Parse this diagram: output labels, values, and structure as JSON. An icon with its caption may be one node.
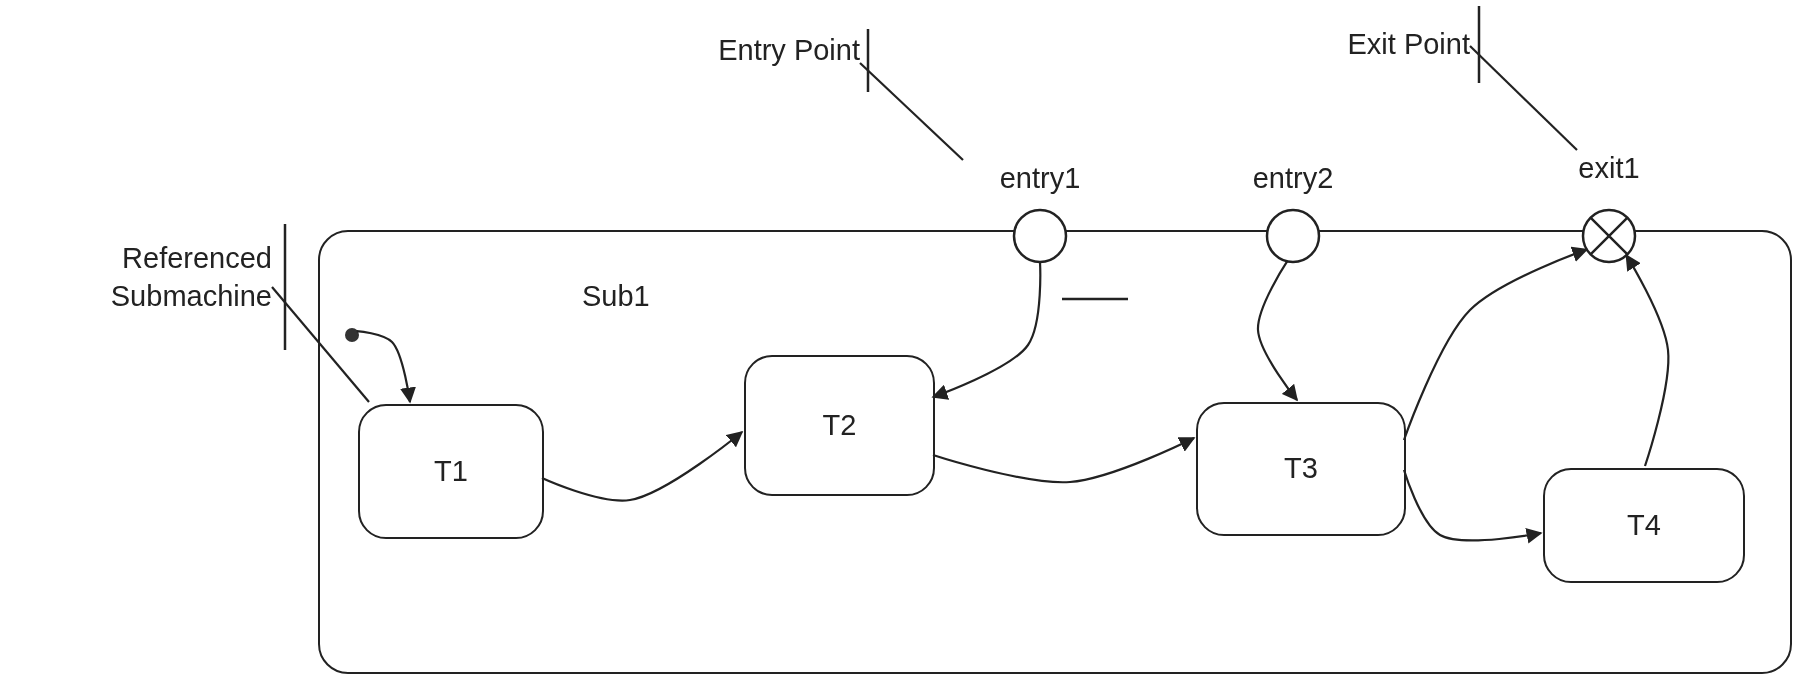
{
  "diagram": {
    "nodes": [
      {
        "text": [
          "Entry Point"
        ]
      },
      {
        "text": [
          "Exit Point"
        ]
      },
      {
        "text": [
          "Referenced Submachine"
        ]
      },
      {
        "text": [
          "Sub1"
        ]
      },
      {
        "text": [
          "entry1"
        ]
      },
      {
        "text": [
          "entry2"
        ]
      },
      {
        "text": [
          "exit1"
        ]
      },
      {
        "text": [],
        "shape": "circle",
        "in": 3
      },
      {
        "text": [
          "T1"
        ],
        "in": 3
      },
      {
        "text": [
          "T2"
        ],
        "in": 3
      },
      {
        "text": [
          "T3"
        ],
        "in": 3
      },
      {
        "text": [
          "T4"
        ],
        "in": 3
      }
    ],
    "edges": [
      {
        "from": 7,
        "to": 8,
        "arrow": "to"
      },
      {
        "from": 8,
        "to": 9,
        "arrow": "to"
      },
      {
        "from": 4,
        "to": 9,
        "arrow": "to"
      },
      {
        "from": 9,
        "to": 10,
        "arrow": "to"
      },
      {
        "from": 5,
        "to": 10,
        "arrow": "to"
      },
      {
        "from": 10,
        "to": 6,
        "arrow": "to"
      },
      {
        "from": 10,
        "to": 11,
        "arrow": "to"
      },
      {
        "from": 11,
        "to": 6,
        "arrow": "to"
      },
      {
        "from": 0,
        "to": 4,
        "arrow": "none"
      },
      {
        "from": 1,
        "to": 6,
        "arrow": "none"
      },
      {
        "from": 2,
        "to": 8,
        "arrow": "none"
      }
    ]
  }
}
